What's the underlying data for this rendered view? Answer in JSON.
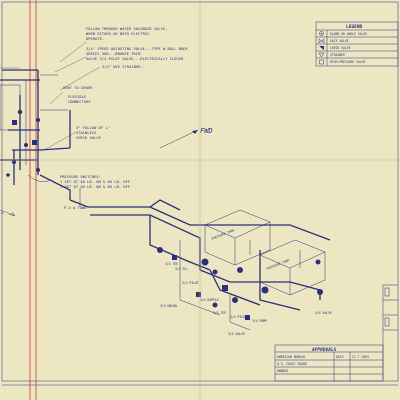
{
  "notes": {
    "top_note": [
      "FOLLOW THROUGH WATER SOLENOID VALVE,",
      "WHEN EITHER OR BOTH ELECTRIC",
      "OPERATE."
    ],
    "valve_note": [
      "3/4\" SPEED ADJUSTING VALVE...TYPE W-BALL BODY",
      "SERIES 300...BRONZE TRIM",
      "VALVE 3/4 PILOT VALVE...ELECTRICALLY CLOSED"
    ],
    "strainer_note": "3/4\" WYE STRAINER...",
    "vent_note": "VENT TO SEWER",
    "flexible_note": [
      "FLEXIBLE",
      "CONNECTORS"
    ],
    "check_note": [
      "3\" FOLLOW OF 1\"",
      "STAINLESS",
      "CHECK VALVE"
    ],
    "pressure_note": [
      "PRESSURE SWITCHES:",
      "1 SET AT 40 LB. ON & 60 LB. OFF",
      "1 SET AT 40 LB. ON & 60 LB. OFF"
    ],
    "pipe_note": "P.V.A TANK",
    "fwd_label": "FWD"
  },
  "legend": {
    "title": "LEGEND",
    "items": [
      {
        "symbol": "globe",
        "label": "GLOBE OR ANGLE VALVE"
      },
      {
        "symbol": "gate",
        "label": "GATE VALVE"
      },
      {
        "symbol": "check",
        "label": "CHECK VALVE"
      },
      {
        "symbol": "strainer",
        "label": "STRAINER"
      },
      {
        "symbol": "relief",
        "label": "HIGH PRESSURE VALVE"
      }
    ]
  },
  "approval": {
    "title": "APPROVALS",
    "rows": [
      "AMERICAN BUREAU",
      "U.S. COAST GUARD",
      "OWNERS"
    ],
    "date_header": "DATE",
    "date_value": "27-7-1963"
  },
  "equipment": {
    "tank_1": "PRESSURE TANK",
    "tank_2": "PRESSURE TANK",
    "pump_labels": [
      "3/4 TEE",
      "3/4 ELL",
      "3/4 PILOT",
      "3/4 NIPPLE",
      "3/4 UNION",
      "3/4 TEE",
      "3/4 PILOT",
      "3/4 VALVE",
      "3/4 PUMP",
      "3/4 VALVE"
    ]
  },
  "colors": {
    "ink": "#2a2f7a",
    "paper": "#ece7c2",
    "red": "#d04a3a"
  }
}
